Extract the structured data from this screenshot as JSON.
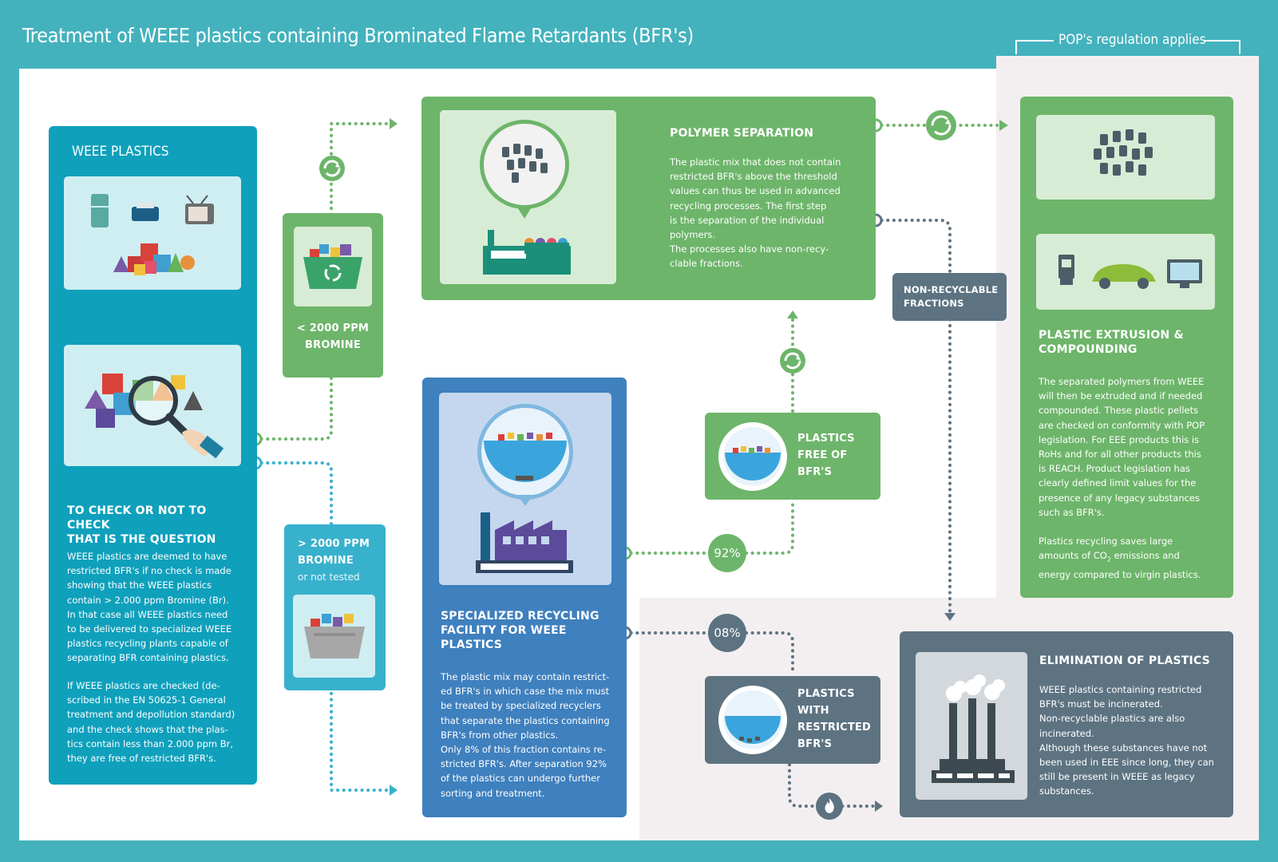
{
  "title": "Treatment of WEEE plastics containing Brominated Flame Retardants (BFR's)",
  "pop_label": "POP's regulation applies",
  "weee": {
    "heading": "WEEE PLASTICS",
    "subheading_line1": "TO CHECK OR NOT TO CHECK",
    "subheading_line2": "THAT IS THE QUESTION",
    "para1": [
      "WEEE plastics are deemed to have",
      "restricted BFR's if no check is made",
      "showing that the WEEE plastics",
      "contain > 2.000 ppm Bromine (Br).",
      "In that case all WEEE plastics need",
      "to be delivered to specialized WEEE",
      "plastics recycling plants capable of",
      "separating BFR containing plastics."
    ],
    "para2": [
      "If WEEE plastics are checked (de-",
      "scribed in the EN 50625-1 General",
      "treatment and depollution standard)",
      "and the check shows that the plas-",
      "tics contain less than 2.000 ppm Br,",
      "they are free of restricted BFR's."
    ]
  },
  "low_bromine": {
    "line1": "< 2000 PPM",
    "line2": "BROMINE"
  },
  "high_bromine": {
    "line1": "> 2000 PPM",
    "line2": "BROMINE",
    "line3": "or not tested"
  },
  "polymer": {
    "heading": "POLYMER SEPARATION",
    "lines": [
      "The plastic mix that does not contain",
      "restricted BFR's above the threshold",
      "values can thus be used in advanced",
      "recycling processes. The first step",
      "is the separation of the individual",
      "polymers.",
      "The processes also have non-recy-",
      "clable fractions."
    ]
  },
  "non_recyclable": {
    "line1": "NON-RECYCLABLE",
    "line2": "FRACTIONS"
  },
  "extrusion": {
    "heading_line1": "PLASTIC EXTRUSION &",
    "heading_line2": "COMPOUNDING",
    "para1": [
      "The separated polymers from WEEE",
      "will then be extruded and if needed",
      "compounded. These plastic pellets",
      "are checked on conformity with POP",
      "legislation. For EEE products this is",
      "RoHs and for all other products this",
      "is REACH. Product legislation has",
      "clearly defined limit values for the",
      "presence of any legacy substances",
      "such as BFR's."
    ],
    "para2_line1": "Plastics recycling saves large",
    "para2_line2a": "amounts of CO",
    "para2_line2_sub": "2",
    "para2_line2b": " emissions and",
    "para2_line3": "energy compared to virgin plastics."
  },
  "specialized": {
    "heading_line1": "SPECIALIZED RECYCLING",
    "heading_line2": "FACILITY FOR WEEE",
    "heading_line3": "PLASTICS",
    "lines": [
      "The plastic mix may contain restrict-",
      "ed BFR's in which case the mix must",
      "be treated by specialized recyclers",
      "that separate the plastics containing",
      "BFR's from other plastics.",
      "Only 8% of this fraction contains re-",
      "stricted BFR's. After separation 92%",
      "of the plastics can undergo further",
      "sorting and treatment."
    ]
  },
  "free": {
    "line1": "PLASTICS",
    "line2": "FREE OF",
    "line3": "BFR'S"
  },
  "restricted": {
    "line1": "PLASTICS",
    "line2": "WITH",
    "line3": "RESTRICTED",
    "line4": "BFR'S"
  },
  "pct_92": "92%",
  "pct_08": "08%",
  "elimination": {
    "heading": "ELIMINATION OF PLASTICS",
    "lines": [
      "WEEE plastics containing restricted",
      "BFR's must be incinerated.",
      "Non-recyclable plastics are also",
      "incinerated.",
      "Although these substances have not",
      "been used in EEE since long, they can",
      "still be present in WEEE as legacy",
      "substances."
    ]
  },
  "colors": {
    "background": "#43b2bd",
    "teal": "#0fa0bc",
    "green": "#6db56a",
    "blue": "#3f80be",
    "slate": "#5d7382",
    "pop_area": "#f3eff1"
  }
}
